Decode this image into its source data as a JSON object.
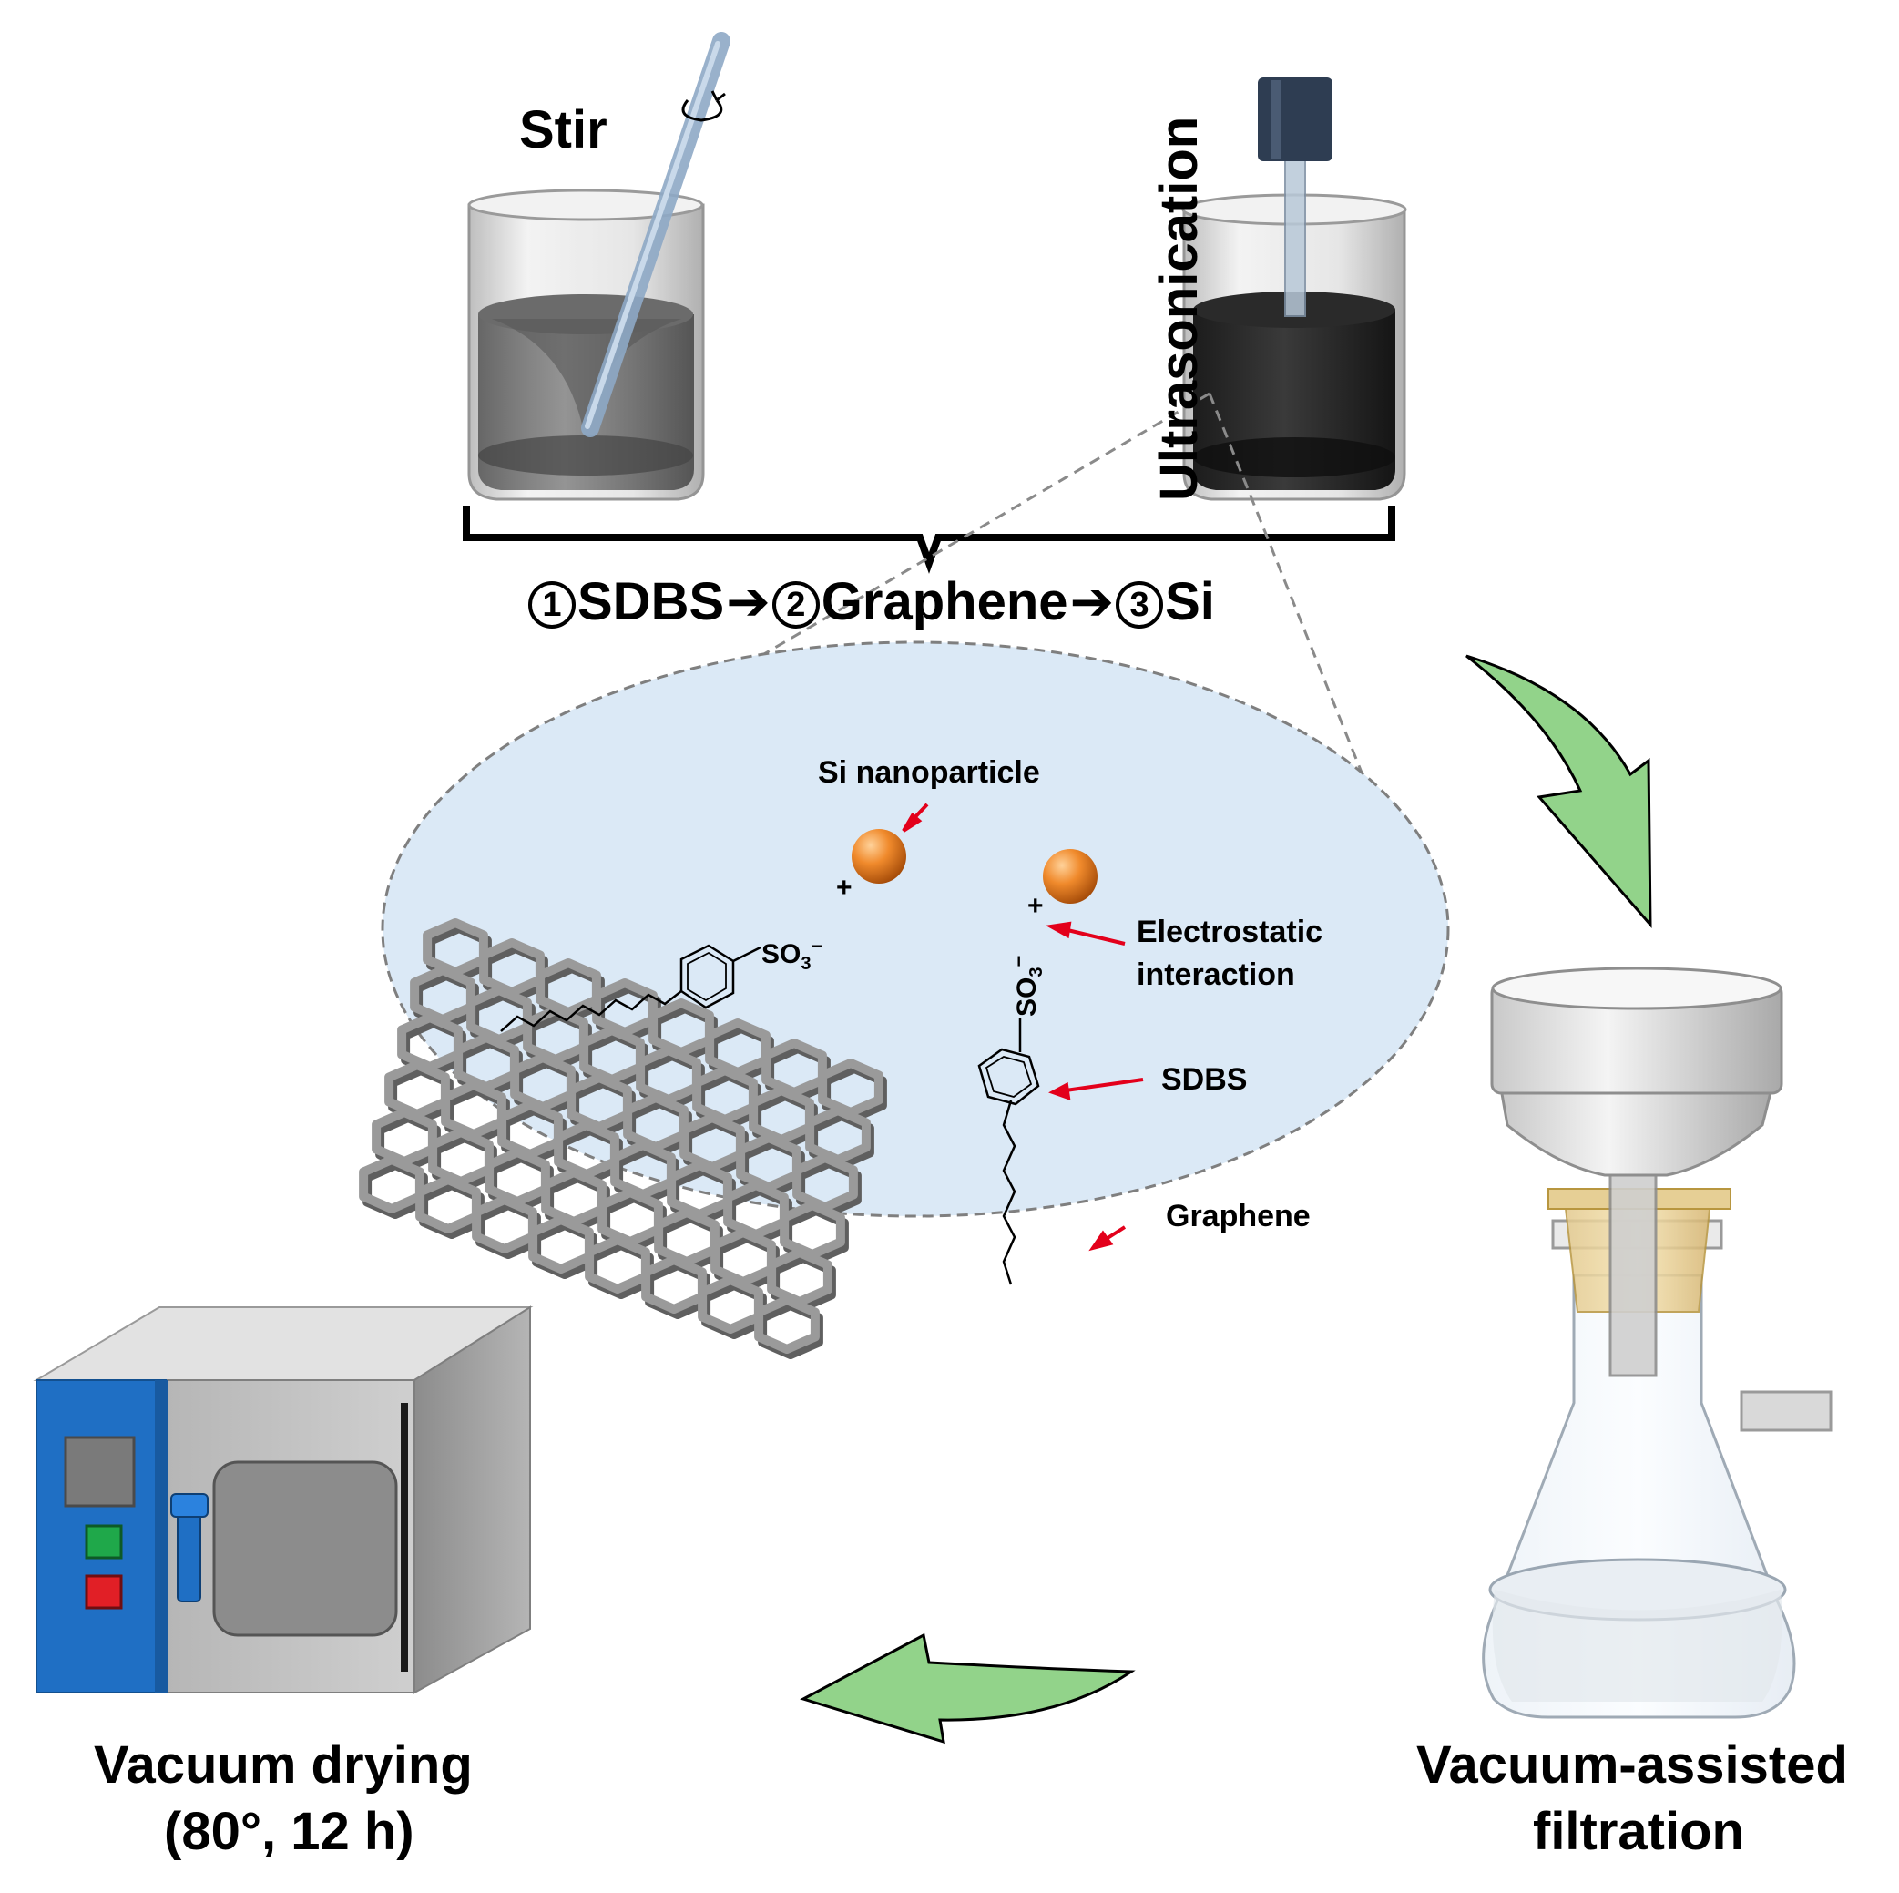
{
  "labels": {
    "stir": "Stir",
    "ultrasonication": "Ultrasonication",
    "steps": [
      {
        "num": "1",
        "name": "SDBS"
      },
      {
        "num": "2",
        "name": "Graphene"
      },
      {
        "num": "3",
        "name": "Si"
      }
    ],
    "step_arrow": "➔",
    "si_nanoparticle": "Si nanoparticle",
    "electrostatic_line1": "Electrostatic",
    "electrostatic_line2": "interaction",
    "sdbs": "SDBS",
    "graphene": "Graphene",
    "plus": "+",
    "so3_base": "SO",
    "so3_sub": "3",
    "so3_charge": "−",
    "vacuum_drying_line1": "Vacuum drying",
    "vacuum_drying_line2": "(80°, 12 h)",
    "vacuum_filtration_line1": "Vacuum-assisted",
    "vacuum_filtration_line2": "filtration"
  },
  "colors": {
    "flow_arrow": "#92d38a",
    "callout_arrow": "#e3001b",
    "ellipse_fill": "#dbe9f6",
    "nanoparticle": "#e87722",
    "oven_panel": "#1f6fc4",
    "graphene": "#9a9a9a"
  }
}
